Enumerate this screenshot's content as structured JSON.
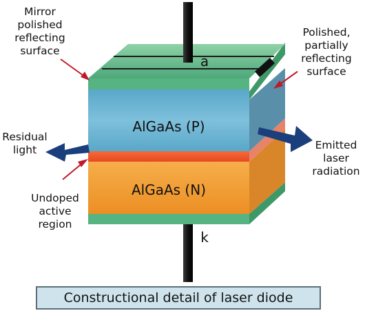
{
  "labels": {
    "mirror_surface": "Mirror polished\nreflecting\nsurface",
    "partial_surface": "Polished,\npartially\nreflecting\nsurface",
    "residual_light": "Residual\nlight",
    "emitted_radiation": "Emitted\nlaser\nradiation",
    "undoped_region": "Undoped\nactive\nregion",
    "layer_p": "AlGaAs (P)",
    "layer_n": "AlGaAs (N)",
    "terminal_a": "a",
    "terminal_k": "k"
  },
  "caption": "Constructional detail of laser diode",
  "colors": {
    "green_layer": "#56b482",
    "p_layer": "#67b3d2",
    "active_layer": "#f0552c",
    "n_layer": "#f29a2c",
    "electrode": "#1a1a1a",
    "arrow": "#1b3f7c",
    "pointer": "#c01a2a",
    "caption_bg": "#cfe3ec"
  }
}
